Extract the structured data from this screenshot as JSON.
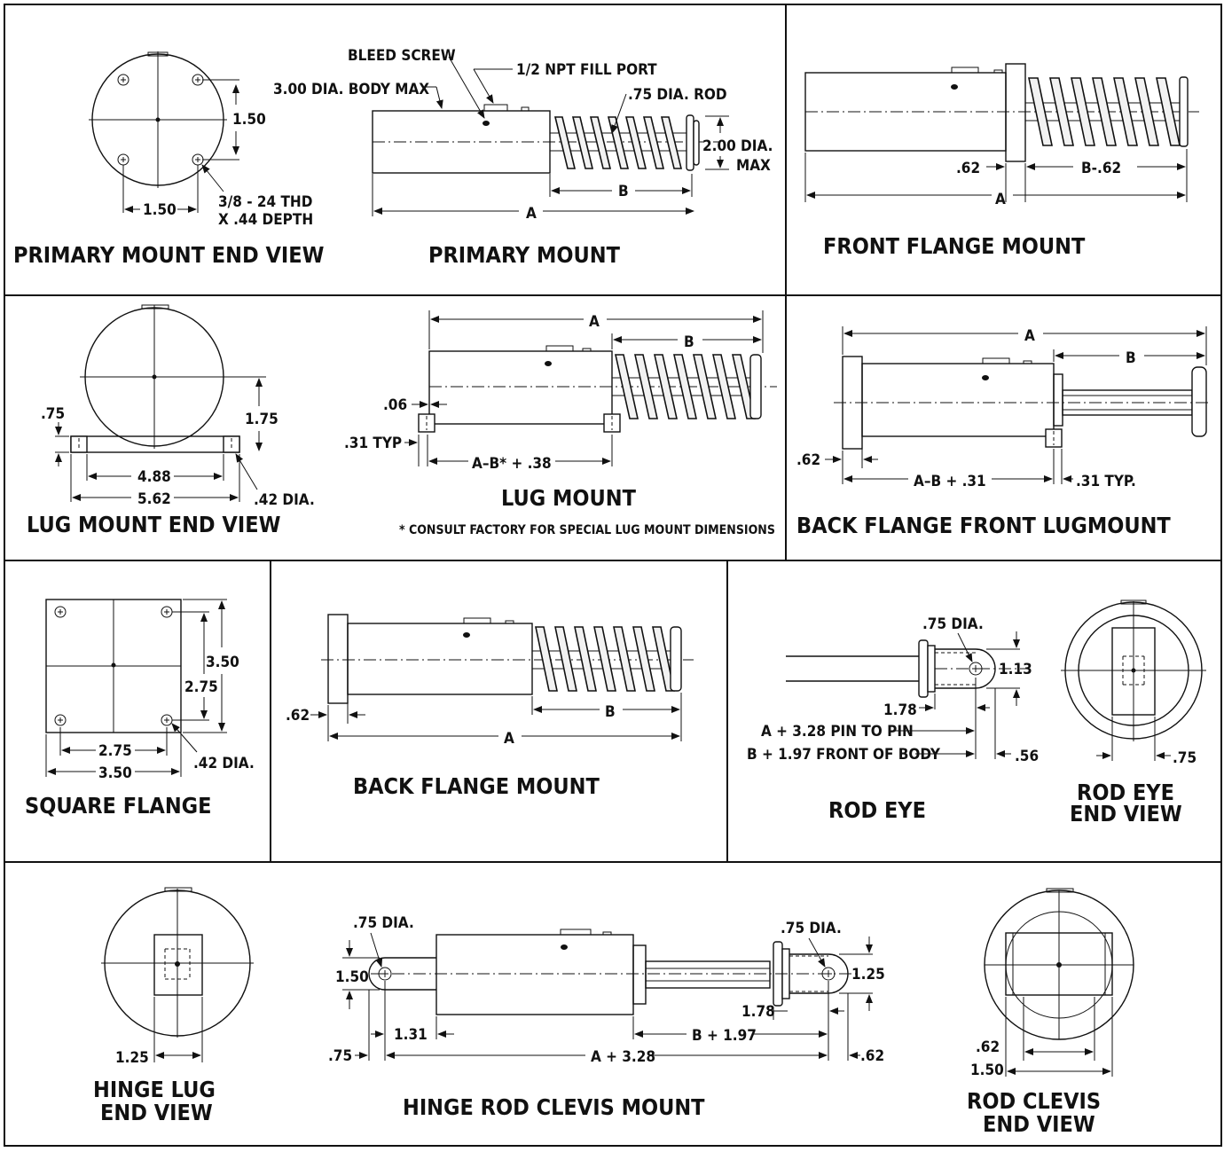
{
  "panels": {
    "primary_end": {
      "title": "PRIMARY MOUNT END VIEW",
      "dim_v": "1.50",
      "dim_h": "1.50",
      "thread_1": "3/8 - 24 THD",
      "thread_2": "X .44 DEPTH"
    },
    "primary": {
      "title": "PRIMARY MOUNT",
      "bleed": "BLEED SCREW",
      "fill_port": "1/2 NPT FILL PORT",
      "body": "3.00 DIA. BODY MAX",
      "rod": ".75 DIA. ROD",
      "dia_1": "2.00 DIA.",
      "dia_2": "MAX",
      "a": "A",
      "b": "B"
    },
    "front_flange": {
      "title": "FRONT FLANGE MOUNT",
      "flange": ".62",
      "b_minus": "B-.62",
      "a": "A"
    },
    "lug_end": {
      "title": "LUG MOUNT END VIEW",
      "h": ".75",
      "v": "1.75",
      "w1": "4.88",
      "w2": "5.62",
      "dia": ".42 DIA."
    },
    "lug": {
      "title": "LUG MOUNT",
      "a": "A",
      "b": "B",
      "d06": ".06",
      "typ": ".31 TYP",
      "formula": "A–B* + .38",
      "note": "* CONSULT FACTORY FOR SPECIAL LUG MOUNT DIMENSIONS"
    },
    "back_front_lug": {
      "title": "BACK FLANGE FRONT LUGMOUNT",
      "a": "A",
      "b": "B",
      "flange": ".62",
      "formula": "A–B + .31",
      "typ": ".31 TYP."
    },
    "square": {
      "title": "SQUARE FLANGE",
      "v1": "3.50",
      "v2": "2.75",
      "h1": "2.75",
      "h2": "3.50",
      "dia": ".42 DIA."
    },
    "back_flange": {
      "title": "BACK FLANGE MOUNT",
      "flange": ".62",
      "b": "B",
      "a": "A"
    },
    "rod_eye": {
      "title": "ROD EYE",
      "dia": ".75 DIA.",
      "h": "1.13",
      "d178": "1.78",
      "pin": "A + 3.28 PIN TO PIN",
      "front": "B + 1.97 FRONT OF BODY",
      "d56": ".56"
    },
    "rod_eye_end": {
      "title_1": "ROD EYE",
      "title_2": "END VIEW",
      "w": ".75"
    },
    "hinge_lug": {
      "title_1": "HINGE LUG",
      "title_2": "END VIEW",
      "w": "1.25"
    },
    "clevis": {
      "title": "HINGE ROD CLEVIS MOUNT",
      "dia_l": ".75 DIA.",
      "dia_r": ".75 DIA.",
      "h_l": "1.50",
      "h_r": "1.25",
      "d131": "1.31",
      "d75": ".75",
      "a": "A + 3.28",
      "b": "B + 1.97",
      "d178": "1.78",
      "d62": ".62"
    },
    "clevis_end": {
      "title_1": "ROD CLEVIS",
      "title_2": "END VIEW",
      "w1": ".62",
      "w2": "1.50"
    }
  }
}
